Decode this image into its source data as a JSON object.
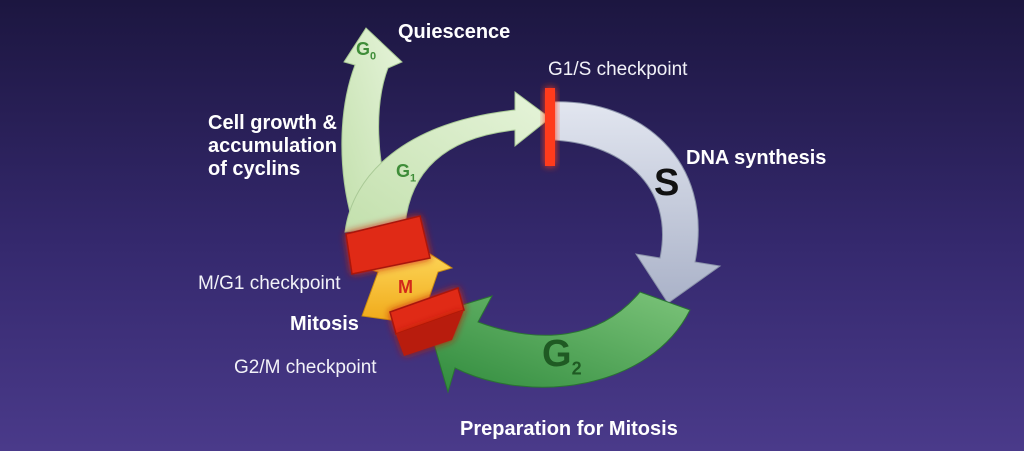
{
  "labels": {
    "quiescence": "Quiescence",
    "g1s_checkpoint": "G1/S checkpoint",
    "growth_line1": "Cell growth &",
    "growth_line2": "accumulation",
    "growth_line3": "of cyclins",
    "dna_synthesis": "DNA synthesis",
    "mg1_checkpoint": "M/G1 checkpoint",
    "mitosis": "Mitosis",
    "g2m_checkpoint": "G2/M checkpoint",
    "prep_mitosis": "Preparation for Mitosis"
  },
  "phases": {
    "g0": "G",
    "g0_sub": "0",
    "g1": "G",
    "g1_sub": "1",
    "s": "S",
    "g2": "G",
    "g2_sub": "2",
    "m": "M"
  },
  "colors": {
    "background_top": "#1c1640",
    "background_bottom": "#4a3a8a",
    "g1_arrow": "#d9ecc8",
    "s_arrow": "#c9cfe0",
    "g2_arrow": "#52a852",
    "m_arrow": "#ffcc33",
    "checkpoint_block": "#e02a12",
    "checkpoint_line": "#ff3b1f"
  }
}
